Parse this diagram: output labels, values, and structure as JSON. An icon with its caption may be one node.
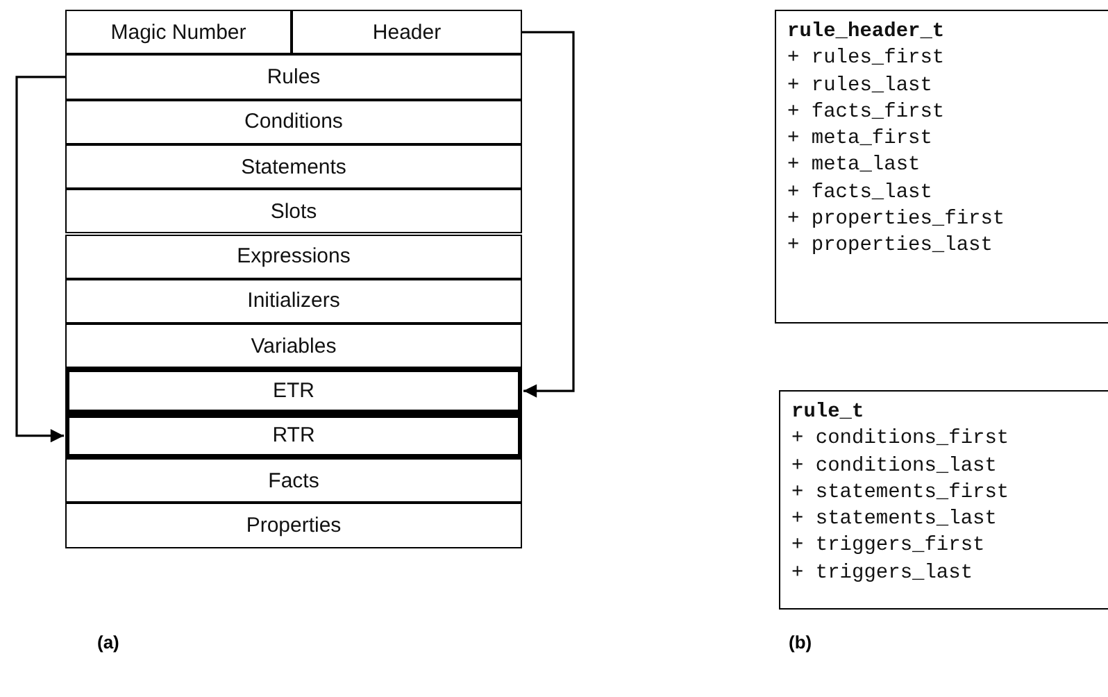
{
  "diagram": {
    "nodes": [
      {
        "text": [
          "Magic Number"
        ]
      },
      {
        "text": [
          "Header"
        ]
      },
      {
        "text": [
          "Rules"
        ]
      },
      {
        "text": [
          "Conditions"
        ]
      },
      {
        "text": [
          "Statements"
        ]
      },
      {
        "text": [
          "Slots"
        ]
      },
      {
        "text": [
          "Expressions"
        ]
      },
      {
        "text": [
          "Initializers"
        ]
      },
      {
        "text": [
          "Variables"
        ]
      },
      {
        "text": [
          "ETR"
        ]
      },
      {
        "text": [
          "RTR"
        ]
      },
      {
        "text": [
          "Facts"
        ]
      },
      {
        "text": [
          "Properties"
        ]
      },
      {
        "text": [
          "rule_header_t",
          "+ rules_first",
          "+ rules_last",
          "+ facts_first",
          "+ meta_first",
          "+ meta_last",
          "+ facts_last",
          "+ properties_first",
          "+ properties_last"
        ]
      },
      {
        "text": [
          "rule_t",
          "+ conditions_first",
          "+ conditions_last",
          "+ statements_first",
          "+ statements_last",
          "+ triggers_first",
          "+ triggers_last"
        ]
      }
    ],
    "edges": [
      {
        "from": 1,
        "to": 9,
        "arrow": "to"
      },
      {
        "from": 2,
        "to": 10,
        "arrow": "to"
      }
    ],
    "labels": [
      "(a)",
      "(b)"
    ]
  }
}
